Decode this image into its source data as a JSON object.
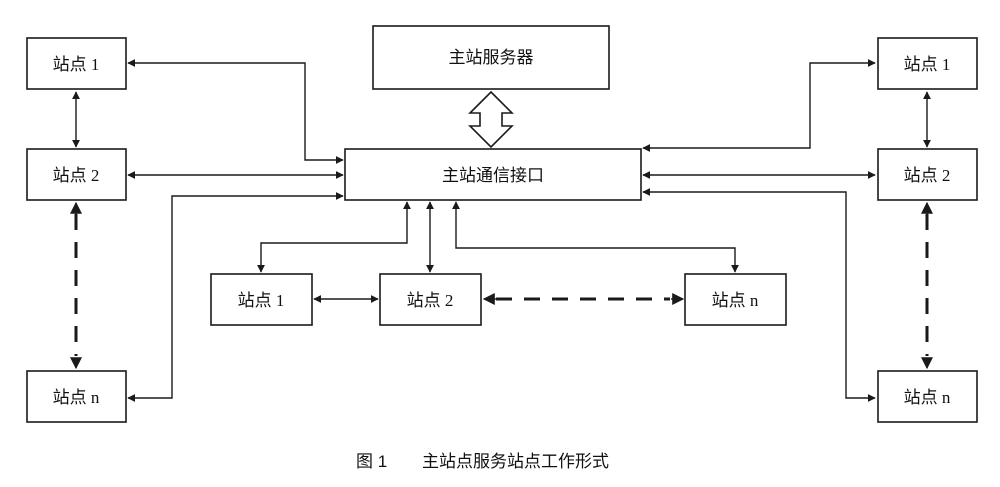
{
  "diagram": {
    "server": "主站服务器",
    "interface": "主站通信接口",
    "left_stations": [
      "站点 1",
      "站点 2",
      "站点 n"
    ],
    "bottom_stations": [
      "站点 1",
      "站点 2",
      "站点 n"
    ],
    "right_stations": [
      "站点 1",
      "站点 2",
      "站点 n"
    ]
  },
  "caption": {
    "number": "图 1",
    "title": "主站点服务站点工作形式"
  }
}
